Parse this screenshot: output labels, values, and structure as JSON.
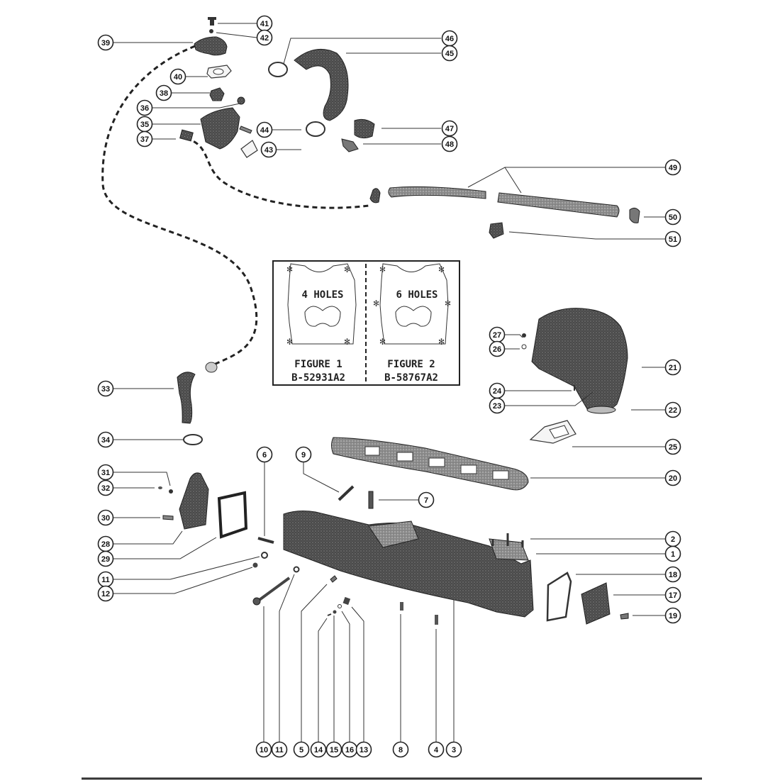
{
  "diagram": {
    "title": "Exhaust manifold and cooling hose assembly exploded view",
    "callouts": [
      {
        "id": "c41",
        "label": "41"
      },
      {
        "id": "c42",
        "label": "42"
      },
      {
        "id": "c39",
        "label": "39"
      },
      {
        "id": "c46",
        "label": "46"
      },
      {
        "id": "c45",
        "label": "45"
      },
      {
        "id": "c40",
        "label": "40"
      },
      {
        "id": "c38",
        "label": "38"
      },
      {
        "id": "c36",
        "label": "36"
      },
      {
        "id": "c35",
        "label": "35"
      },
      {
        "id": "c44",
        "label": "44"
      },
      {
        "id": "c47",
        "label": "47"
      },
      {
        "id": "c37",
        "label": "37"
      },
      {
        "id": "c43",
        "label": "43"
      },
      {
        "id": "c48",
        "label": "48"
      },
      {
        "id": "c49",
        "label": "49"
      },
      {
        "id": "c50",
        "label": "50"
      },
      {
        "id": "c51",
        "label": "51"
      },
      {
        "id": "c27",
        "label": "27"
      },
      {
        "id": "c26",
        "label": "26"
      },
      {
        "id": "c21",
        "label": "21"
      },
      {
        "id": "c33",
        "label": "33"
      },
      {
        "id": "c24",
        "label": "24"
      },
      {
        "id": "c23",
        "label": "23"
      },
      {
        "id": "c22",
        "label": "22"
      },
      {
        "id": "c34",
        "label": "34"
      },
      {
        "id": "c25",
        "label": "25"
      },
      {
        "id": "c6",
        "label": "6"
      },
      {
        "id": "c9",
        "label": "9"
      },
      {
        "id": "c20",
        "label": "20"
      },
      {
        "id": "c31",
        "label": "31"
      },
      {
        "id": "c32",
        "label": "32"
      },
      {
        "id": "c7",
        "label": "7"
      },
      {
        "id": "c30",
        "label": "30"
      },
      {
        "id": "c28",
        "label": "28"
      },
      {
        "id": "c29",
        "label": "29"
      },
      {
        "id": "c2",
        "label": "2"
      },
      {
        "id": "c1",
        "label": "1"
      },
      {
        "id": "c11a",
        "label": "11"
      },
      {
        "id": "c18",
        "label": "18"
      },
      {
        "id": "c12",
        "label": "12"
      },
      {
        "id": "c17",
        "label": "17"
      },
      {
        "id": "c19",
        "label": "19"
      },
      {
        "id": "c10",
        "label": "10"
      },
      {
        "id": "c11b",
        "label": "11"
      },
      {
        "id": "c5",
        "label": "5"
      },
      {
        "id": "c14",
        "label": "14"
      },
      {
        "id": "c15",
        "label": "15"
      },
      {
        "id": "c16",
        "label": "16"
      },
      {
        "id": "c13",
        "label": "13"
      },
      {
        "id": "c8",
        "label": "8"
      },
      {
        "id": "c4",
        "label": "4"
      },
      {
        "id": "c3",
        "label": "3"
      }
    ],
    "inset": {
      "figure1": {
        "holes": "4 HOLES",
        "caption": "FIGURE 1",
        "code": "B-52931A2"
      },
      "figure2": {
        "holes": "6 HOLES",
        "caption": "FIGURE 2",
        "code": "B-58767A2"
      }
    }
  }
}
